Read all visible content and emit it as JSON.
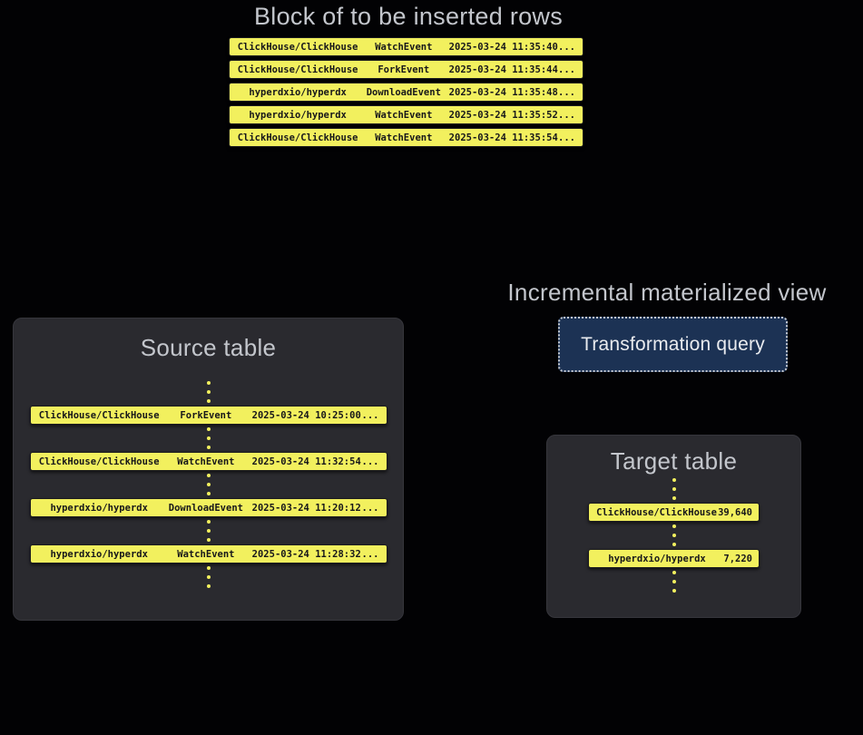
{
  "colors": {
    "bg": "#020204",
    "panel": "#2a2a2f",
    "accent-yellow": "#f2f05e",
    "row-text": "#17171a",
    "title-gray": "#c3c6cc",
    "button-bg": "#1c3254",
    "button-border": "#c6cbd4",
    "button-text": "#e9ebef"
  },
  "insert_block": {
    "title": "Block of to be inserted rows",
    "rows": [
      {
        "repo": "ClickHouse/ClickHouse",
        "event": "WatchEvent",
        "time": "2025-03-24 11:35:40",
        "more": "..."
      },
      {
        "repo": "ClickHouse/ClickHouse",
        "event": "ForkEvent",
        "time": "2025-03-24 11:35:44",
        "more": "..."
      },
      {
        "repo": "hyperdxio/hyperdx",
        "event": "DownloadEvent",
        "time": "2025-03-24 11:35:48",
        "more": "..."
      },
      {
        "repo": "hyperdxio/hyperdx",
        "event": "WatchEvent",
        "time": "2025-03-24 11:35:52",
        "more": "..."
      },
      {
        "repo": "ClickHouse/ClickHouse",
        "event": "WatchEvent",
        "time": "2025-03-24 11:35:54",
        "more": "..."
      }
    ]
  },
  "source_table": {
    "title": "Source table",
    "rows": [
      {
        "repo": "ClickHouse/ClickHouse",
        "event": "ForkEvent",
        "time": "2025-03-24 10:25:00",
        "more": "..."
      },
      {
        "repo": "ClickHouse/ClickHouse",
        "event": "WatchEvent",
        "time": "2025-03-24 11:32:54",
        "more": "..."
      },
      {
        "repo": "hyperdxio/hyperdx",
        "event": "DownloadEvent",
        "time": "2025-03-24 11:20:12",
        "more": "..."
      },
      {
        "repo": "hyperdxio/hyperdx",
        "event": "WatchEvent",
        "time": "2025-03-24 11:28:32",
        "more": "..."
      }
    ]
  },
  "materialized_view": {
    "title": "Incremental materialized view",
    "button_label": "Transformation query"
  },
  "target_table": {
    "title": "Target table",
    "rows": [
      {
        "repo": "ClickHouse/ClickHouse",
        "count": "39,640"
      },
      {
        "repo": "hyperdxio/hyperdx",
        "count": "7,220"
      }
    ]
  }
}
